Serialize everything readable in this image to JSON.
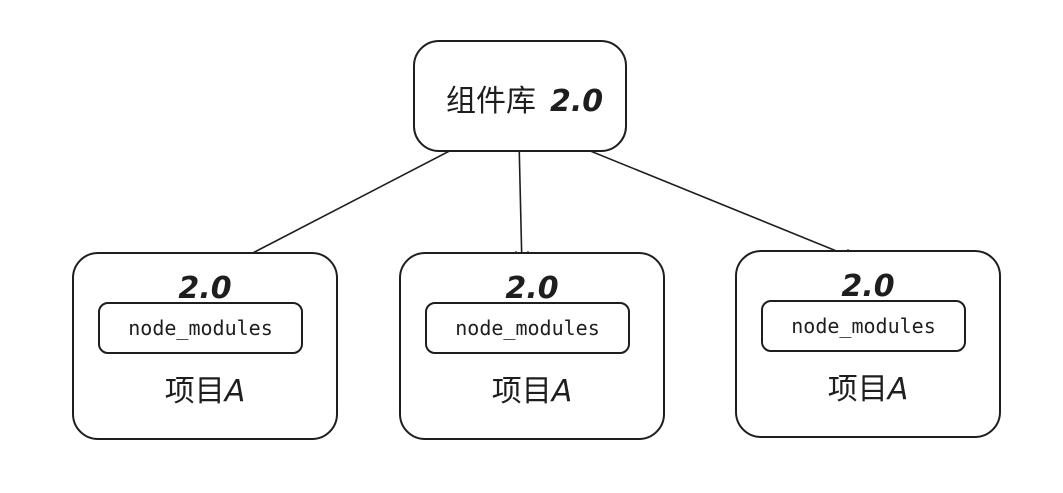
{
  "library": {
    "name": "组件库",
    "version": "2.0"
  },
  "projects": [
    {
      "version": "2.0",
      "module_label": "node_modules",
      "name_prefix": "项目",
      "name_suffix": "A"
    },
    {
      "version": "2.0",
      "module_label": "node_modules",
      "name_prefix": "项目",
      "name_suffix": "A"
    },
    {
      "version": "2.0",
      "module_label": "node_modules",
      "name_prefix": "项目",
      "name_suffix": "A"
    }
  ],
  "colors": {
    "stroke": "#1e1e1e",
    "background": "#ffffff"
  }
}
